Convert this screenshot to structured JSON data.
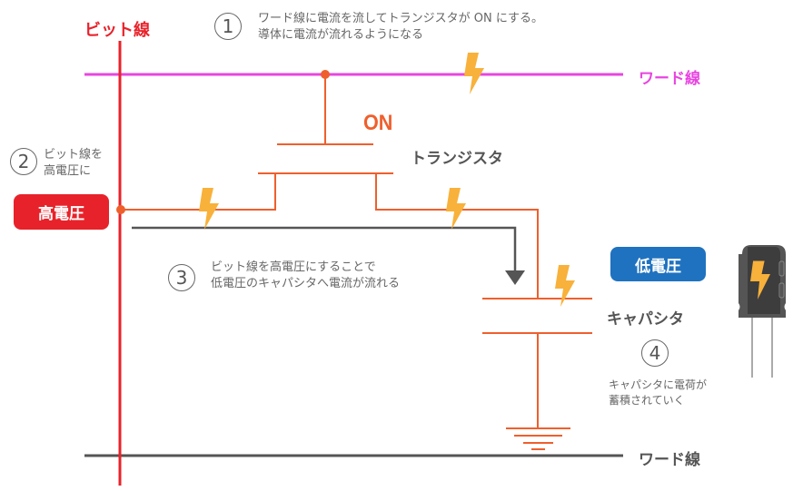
{
  "colors": {
    "bit_line": "#e8222a",
    "word_line_top": "#e845e0",
    "circuit": "#ef5f2c",
    "bolt": "#f8b13a",
    "arrow": "#555555",
    "word_line_bottom": "#555555",
    "high_voltage_badge": "#e8222a",
    "low_voltage_badge": "#1f72bf",
    "text_gray": "#666666",
    "label_dark": "#555555"
  },
  "labels": {
    "bit_line": "ビット線",
    "word_line_top": "ワード線",
    "word_line_bottom": "ワード線",
    "on": "ON",
    "transistor": "トランジスタ",
    "capacitor": "キャパシタ",
    "high_voltage": "高電圧",
    "low_voltage": "低電圧"
  },
  "steps": [
    {
      "number": "1",
      "lines": [
        "ワード線に電流を流してトランジスタが ON にする。",
        "導体に電流が流れるようになる"
      ]
    },
    {
      "number": "2",
      "lines": [
        "ビット線を",
        "高電圧に"
      ]
    },
    {
      "number": "3",
      "lines": [
        "ビット線を高電圧にすることで",
        "低電圧のキャパシタへ電流が流れる"
      ]
    },
    {
      "number": "4",
      "lines": [
        "キャパシタに電荷が",
        "蓄積されていく"
      ]
    }
  ],
  "icons": {
    "bolt": "lightning-bolt",
    "capacitor": "electrolytic-capacitor",
    "ground": "ground-symbol",
    "arrow": "current-flow-arrow"
  }
}
